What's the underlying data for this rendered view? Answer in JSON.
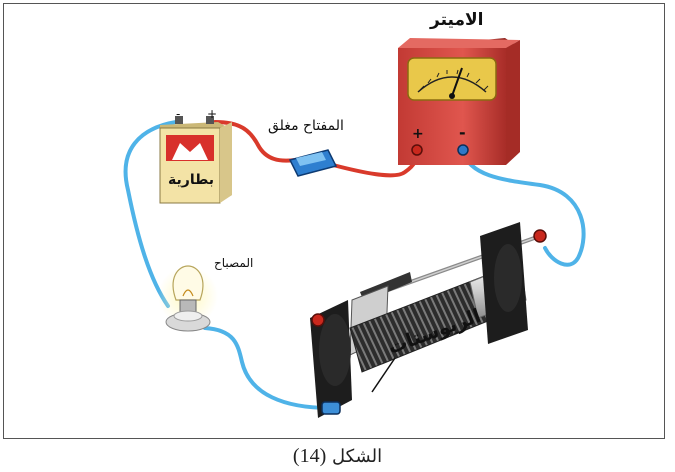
{
  "labels": {
    "ammeter": "الاميتر",
    "switch": "المفتاح مغلق",
    "battery": "بطارية",
    "lamp": "المصباح",
    "rheostat": "الريوستات",
    "plus_battery": "+",
    "minus_battery": "-",
    "plus_ammeter": "+",
    "minus_ammeter": "-"
  },
  "caption": {
    "word": "الشكل",
    "number": "(14)"
  },
  "colors": {
    "wire_blue": "#4fb3e8",
    "wire_red": "#d93a2b",
    "ammeter_body": "#d8453f",
    "battery_body": "#f3e3a6",
    "rheostat_coil": "#3a3a3a"
  }
}
